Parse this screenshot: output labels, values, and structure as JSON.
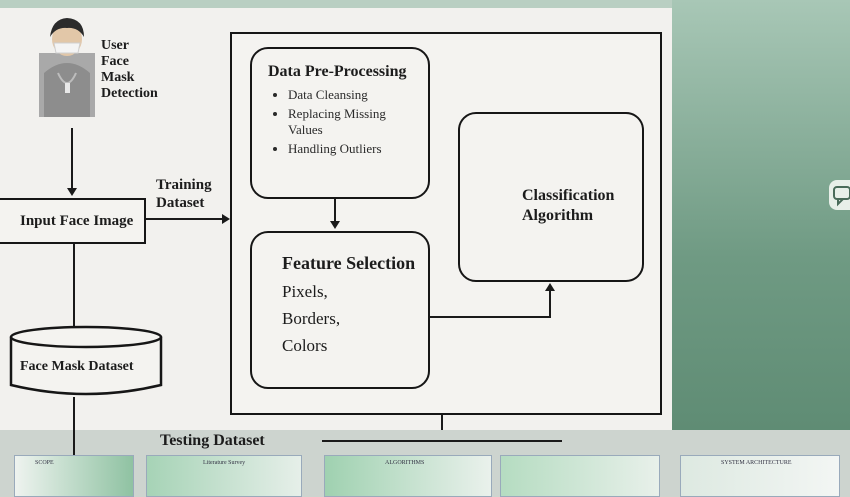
{
  "user": {
    "lines": [
      "User",
      "Face",
      "Mask",
      "Detection"
    ]
  },
  "input_face_image": "Input Face Image",
  "training_dataset": [
    "Training",
    "Dataset"
  ],
  "face_mask_dataset": "Face Mask Dataset",
  "preprocessing": {
    "title": "Data Pre-Processing",
    "items": [
      "Data Cleansing",
      "Replacing Missing Values",
      "Handling Outliers"
    ]
  },
  "feature_selection": {
    "title": "Feature Selection",
    "items": [
      "Pixels,",
      "Borders,",
      "Colors"
    ]
  },
  "classification": [
    "Classification",
    "Algorithm"
  ],
  "testing_dataset": "Testing Dataset",
  "thumbnails": [
    "SCOPE",
    "Literature Survey",
    "ALGORITHMS",
    "",
    "SYSTEM ARCHITECTURE"
  ]
}
